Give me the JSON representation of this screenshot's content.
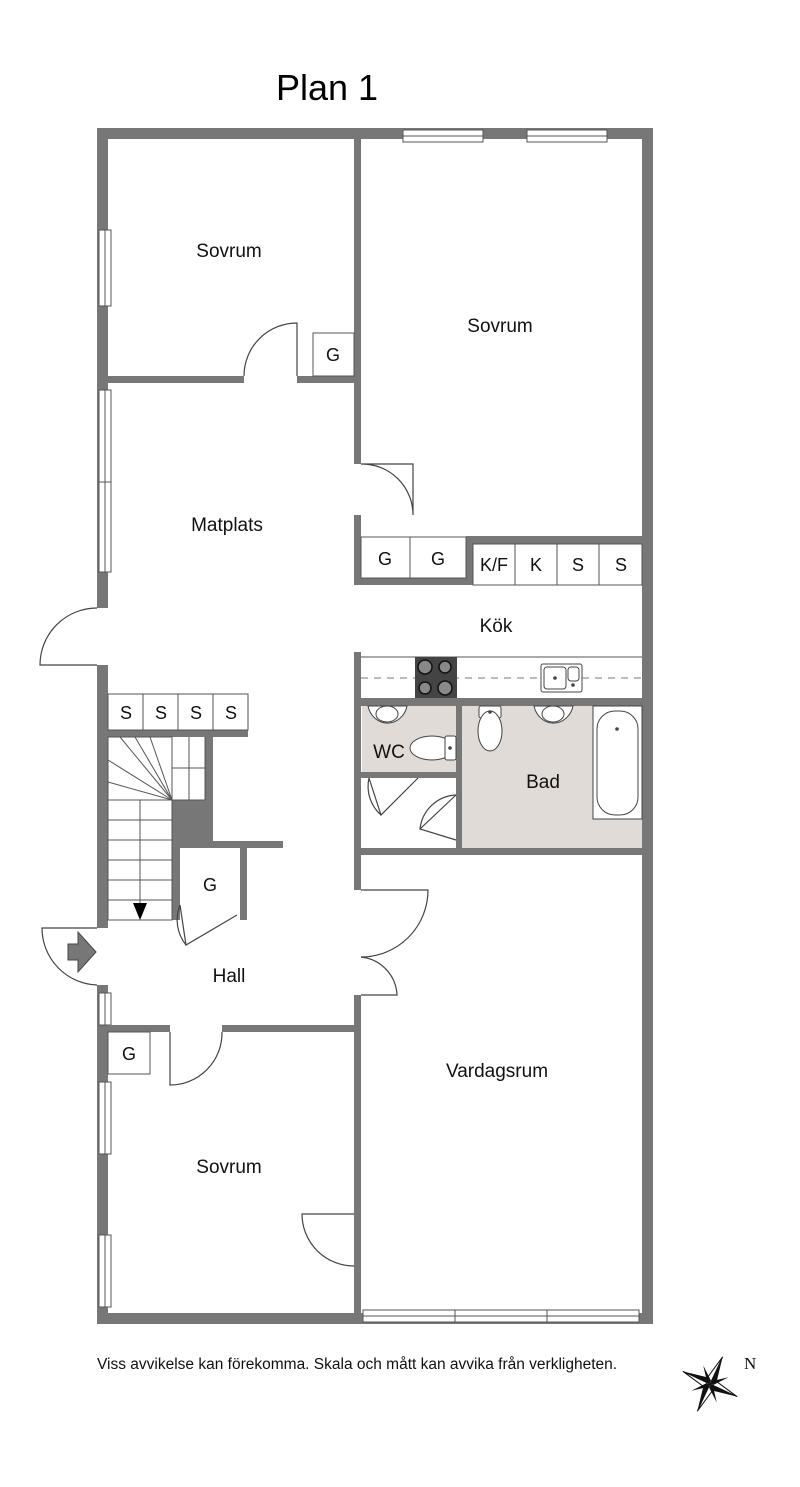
{
  "title": "Plan 1",
  "rooms": {
    "bedroom_top_left": "Sovrum",
    "bedroom_top_right": "Sovrum",
    "dining": "Matplats",
    "kitchen": "Kök",
    "wc": "WC",
    "bath": "Bad",
    "hall": "Hall",
    "living": "Vardagsrum",
    "bedroom_bottom": "Sovrum"
  },
  "closets": {
    "top_left_wardrobe": "G",
    "mid_wardrobe_1": "G",
    "mid_wardrobe_2": "G",
    "kitchen_fridge_freezer": "K/F",
    "kitchen_fridge": "K",
    "kitchen_storage_1": "S",
    "kitchen_storage_2": "S",
    "dining_storage_1": "S",
    "dining_storage_2": "S",
    "dining_storage_3": "S",
    "dining_storage_4": "S",
    "hall_wardrobe": "G",
    "bottom_wardrobe": "G"
  },
  "disclaimer": "Viss avvikelse kan förekomma. Skala och mått kan avvika från verkligheten.",
  "compass": {
    "label": "N"
  },
  "colors": {
    "wall": "#777777",
    "wet_room": "#e0dbd6",
    "background": "#ffffff"
  }
}
